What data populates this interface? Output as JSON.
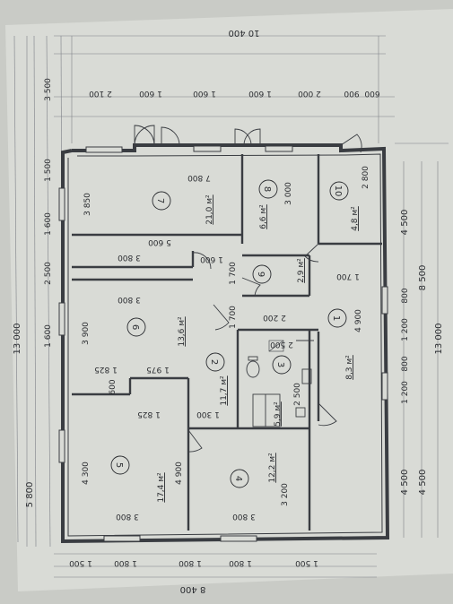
{
  "colors": {
    "paper": "#d8dad5",
    "background": "#c9cbc6",
    "ink": "#2a2c30",
    "wall": "#3a3d42"
  },
  "overall": {
    "width_bottom": "8 400",
    "width_top": "10 400",
    "height_left": "13 000",
    "height_right": "13 000",
    "left_upper": "5 800",
    "right_middle": "8 500",
    "right_upper": "4 500",
    "right_lower": "4 500",
    "right_lower2": "4 500"
  },
  "top_dims": [
    "2 100",
    "1 600",
    "1 600",
    "1 600",
    "2 000",
    "900",
    "600"
  ],
  "bottom_dims": [
    "1 500",
    "1 800",
    "1 800",
    "1 800",
    "1 500"
  ],
  "left_dims": [
    "3 500",
    "1 500",
    "1 600",
    "2 500",
    "1 600"
  ],
  "right_dims": [
    "1 200",
    "800",
    "1 200",
    "800"
  ],
  "rooms": [
    {
      "num": "1",
      "area": "8,3 м²"
    },
    {
      "num": "2",
      "area": "11,7 м²"
    },
    {
      "num": "3",
      "area": "5,9 м²"
    },
    {
      "num": "4",
      "area": "12,2 м²"
    },
    {
      "num": "5",
      "area": "17,4 м²"
    },
    {
      "num": "6",
      "area": "13,6 м²"
    },
    {
      "num": "7",
      "area": "21,0 м²"
    },
    {
      "num": "8",
      "area": "6,6 м²"
    },
    {
      "num": "9",
      "area": "2,9 м²"
    },
    {
      "num": "10",
      "area": "4,8 м²"
    }
  ],
  "inner_dims": {
    "d7800": "7 800",
    "d5600": "5 600",
    "d3850": "3 850",
    "d3000": "3 000",
    "d2800": "2 800",
    "d3800a": "3 800",
    "d1600": "1 600",
    "d1700a": "1 700",
    "d1700b": "1 700",
    "d2200": "2 200",
    "d3800b": "3 800",
    "d3900": "3 900",
    "d4900a": "4 900",
    "d2500": "2 500",
    "d1825a": "1 825",
    "d1975": "1 975",
    "d600": "600",
    "d1825b": "1 825",
    "d1300": "1 300",
    "d2500b": "2 500",
    "d4300": "4 300",
    "d4900b": "4 900",
    "d3200": "3 200",
    "d3800c": "3 800",
    "d3800d": "3 800",
    "d1700c": "1 700"
  }
}
